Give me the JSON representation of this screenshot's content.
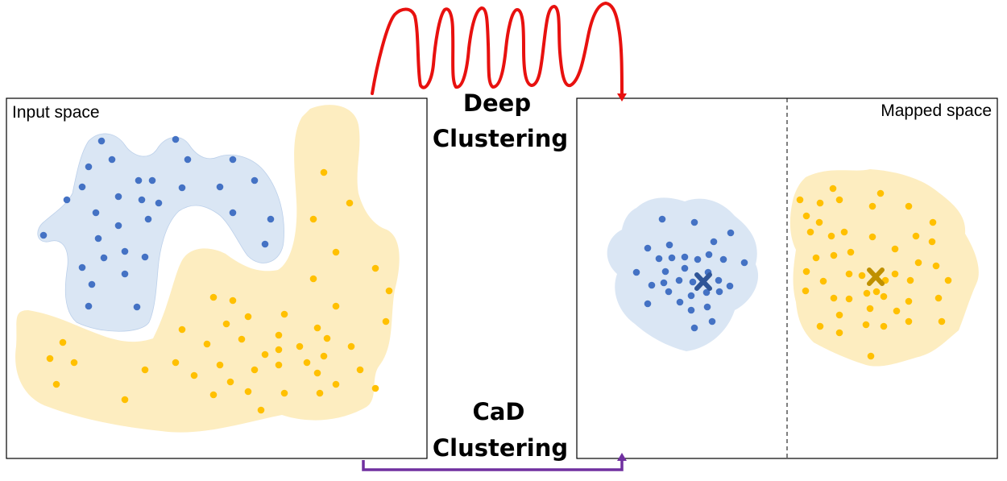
{
  "input_panel": {
    "label": "Input space"
  },
  "mapped_panel": {
    "label": "Mapped space"
  },
  "methods": {
    "deep": {
      "line1": "Deep",
      "line2": "Clustering"
    },
    "cad": {
      "line1": "CaD",
      "line2": "Clustering"
    }
  },
  "colors": {
    "blue_point": "#4472C4",
    "blue_region": "#DAE6F4",
    "yellow_point": "#FFC000",
    "yellow_region": "#FDEDC0",
    "blue_centroid": "#2F5597",
    "yellow_centroid": "#BF9000",
    "deep_arrow": "#E8110F",
    "cad_arrow": "#7030A0",
    "frame": "#000000"
  }
}
